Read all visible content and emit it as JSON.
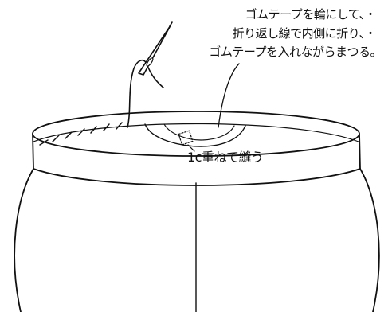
{
  "annotation": {
    "instruction_lines": [
      "ゴムテープを輪にして、・",
      "折り返し線で内側に折り、・",
      "ゴムテープを入れながらまつる。"
    ],
    "overlap_label": "1c重ねて縫う"
  }
}
